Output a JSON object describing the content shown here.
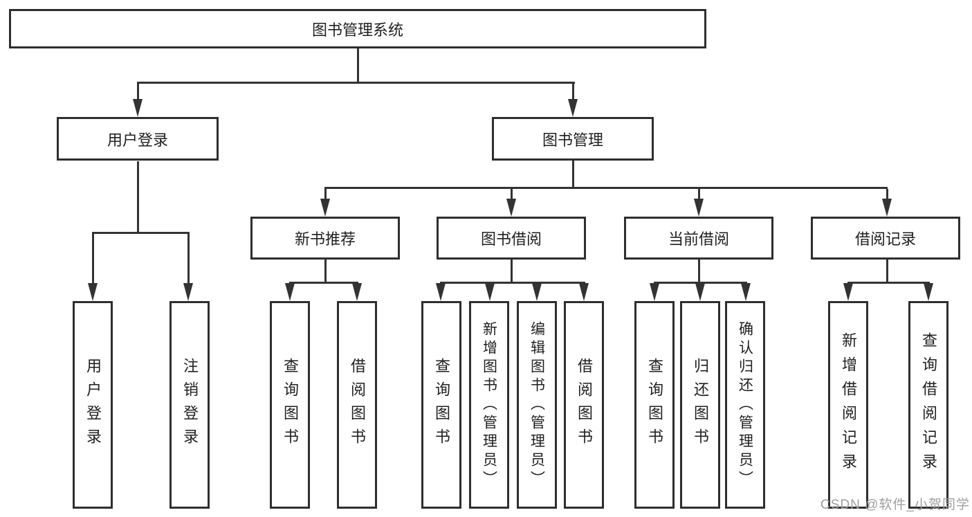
{
  "colors": {
    "background": "#ffffff",
    "box_border": "#2e2e2e",
    "connector_line": "#333333",
    "text": "#1f1f1f",
    "watermark": "#9e9e9e"
  },
  "tree": {
    "root": "图书管理系统",
    "children": [
      {
        "label": "用户登录",
        "children": [
          "用户登录",
          "注销登录"
        ]
      },
      {
        "label": "图书管理",
        "children": [
          {
            "label": "新书推荐",
            "children": [
              "查询图书",
              "借阅图书"
            ]
          },
          {
            "label": "图书借阅",
            "children": [
              "查询图书",
              "新增图书（管理员）",
              "编辑图书（管理员）",
              "借阅图书"
            ]
          },
          {
            "label": "当前借阅",
            "children": [
              "查询图书",
              "归还图书",
              "确认归还（管理员）"
            ]
          },
          {
            "label": "借阅记录",
            "children": [
              "新增借阅记录",
              "查询借阅记录"
            ]
          }
        ]
      }
    ]
  },
  "watermark": {
    "text": "CSDN @软件_小贺同学"
  }
}
